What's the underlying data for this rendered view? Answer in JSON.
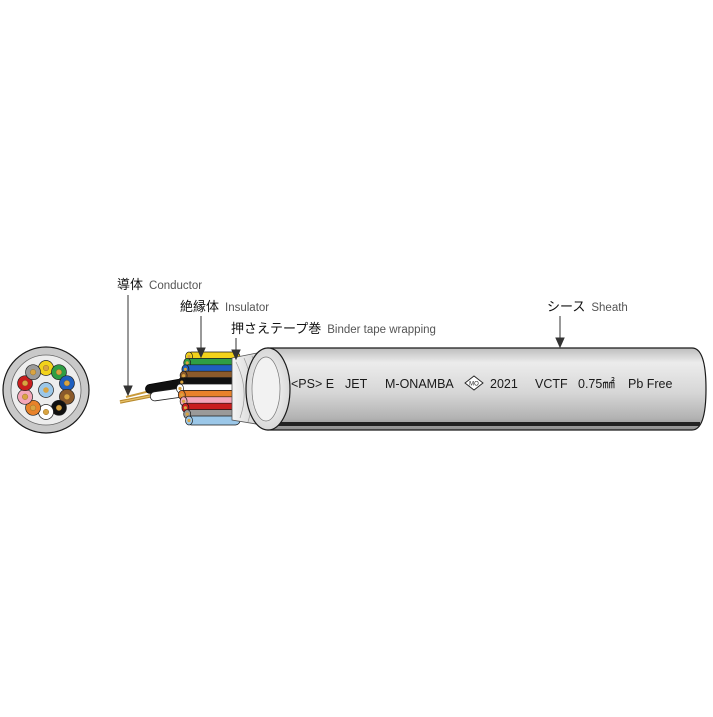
{
  "labels": {
    "conductor": {
      "jp": "導体",
      "en": "Conductor"
    },
    "insulator": {
      "jp": "絶縁体",
      "en": "Insulator"
    },
    "binder": {
      "jp": "押さえテープ巻",
      "en": "Binder tape wrapping"
    },
    "sheath": {
      "jp": "シース",
      "en": "Sheath"
    }
  },
  "cable_print": {
    "mark1": "<PS> E",
    "mark2": "JET",
    "maker": "M-ONAMBA",
    "logo": "MO",
    "year": "2021",
    "type": "VCTF",
    "size": "0.75㎟",
    "free": "Pb Free"
  },
  "colors": {
    "sheath": "#d9d9d9",
    "sheath_dark": "#9a9a9a",
    "outline": "#1a1a1a"
  },
  "core_colors": [
    "#f2d21b",
    "#2f9e44",
    "#1f5fbf",
    "#8b5a2b",
    "#111111",
    "#ffffff",
    "#e8822a",
    "#f4a6b8",
    "#c81e1e",
    "#9a9a9a",
    "#9bc7e8"
  ]
}
